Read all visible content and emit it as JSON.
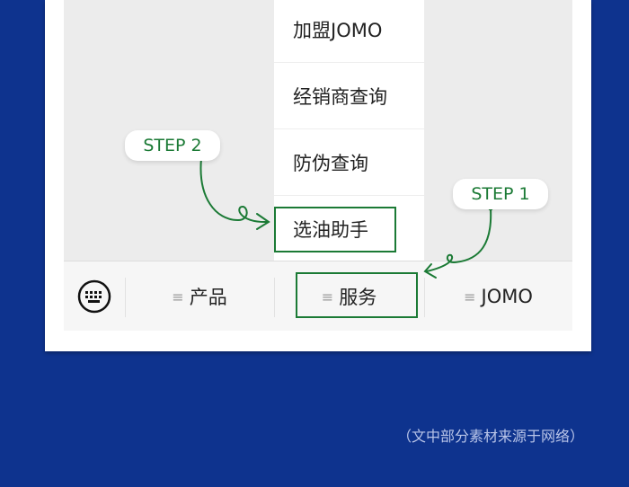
{
  "menu": {
    "items": [
      "加盟JOMO",
      "经销商查询",
      "防伪查询",
      "选油助手"
    ]
  },
  "tabbar": {
    "tabs": [
      {
        "label": "产品"
      },
      {
        "label": "服务"
      },
      {
        "label": "JOMO"
      }
    ],
    "menu_glyph": "≡"
  },
  "annotations": {
    "step1": "STEP 1",
    "step2": "STEP 2"
  },
  "footer": "（文中部分素材来源于网络）",
  "colors": {
    "background": "#0e338e",
    "accent": "#1b7a35"
  }
}
